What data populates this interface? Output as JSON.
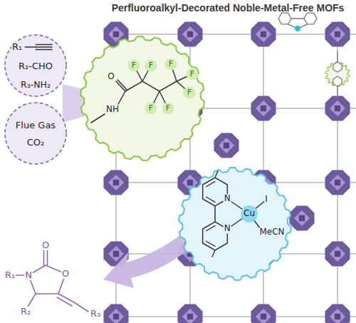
{
  "diagram": {
    "title": "Perfluoroalkyl-Decorated Noble-Metal-Free MOFs",
    "nodes": [
      {
        "text": [
          "R₁",
          "R₂-CHO",
          "R₃-NH₂"
        ]
      },
      {
        "text": [
          "Flue Gas",
          "CO₂"
        ]
      },
      {
        "text": [
          "O",
          "NH",
          "F",
          "F",
          "F",
          "F",
          "F",
          "F",
          "F"
        ]
      },
      {
        "text": [
          "N",
          "N",
          "Cu",
          "I",
          "MeCN"
        ]
      }
    ],
    "labels": [
      "O",
      "R₁",
      "N",
      "O",
      "R₂",
      "R₃"
    ]
  }
}
